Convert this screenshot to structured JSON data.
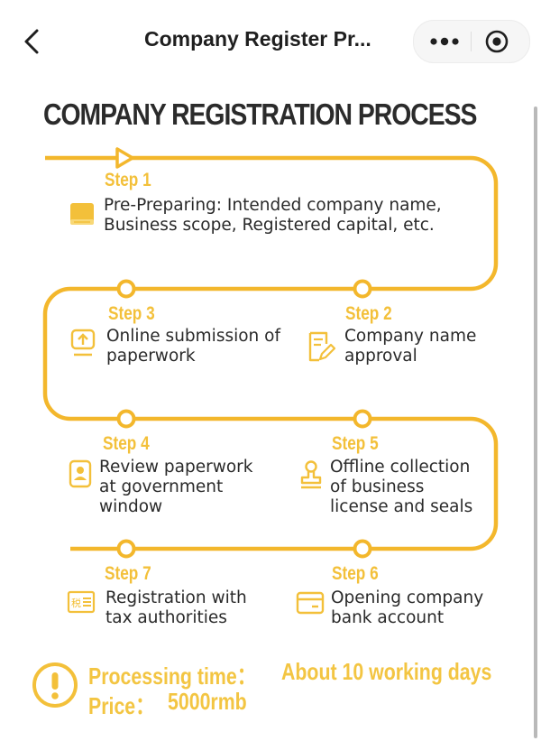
{
  "nav": {
    "title": "Company Register Pr...",
    "more_icon": "more-dots-icon",
    "close_icon": "target-circle-icon"
  },
  "headline": "COMPANY REGISTRATION PROCESS",
  "colors": {
    "accent": "#f3b72c",
    "accent_light": "#f7cf55",
    "text": "#2a2a2a"
  },
  "steps": [
    {
      "label": "Step 1",
      "text": "Pre-Preparing: Intended company name,\nBusiness scope, Registered capital, etc.",
      "icon": "book-icon"
    },
    {
      "label": "Step 2",
      "text": "Company name\napproval",
      "icon": "form-edit-icon"
    },
    {
      "label": "Step 3",
      "text": "Online submission of\npaperwork",
      "icon": "upload-icon"
    },
    {
      "label": "Step 4",
      "text": "Review paperwork\nat government\nwindow",
      "icon": "id-card-icon"
    },
    {
      "label": "Step 5",
      "text": "Offline collection\nof business\nlicense and seals",
      "icon": "seal-stamp-icon"
    },
    {
      "label": "Step 6",
      "text": "Opening company\nbank account",
      "icon": "bank-card-icon"
    },
    {
      "label": "Step 7",
      "text": "Registration with\ntax authorities",
      "icon": "tax-document-icon"
    }
  ],
  "info": {
    "processing_label": "Processing time：",
    "processing_value": "About 10 working days",
    "price_label": "Price：",
    "price_value": "5000rmb",
    "icon": "exclamation-circle-icon"
  }
}
